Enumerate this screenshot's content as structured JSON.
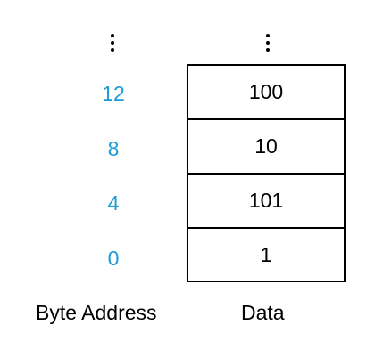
{
  "colors": {
    "address": "#1a9bd7",
    "data": "#000000",
    "border": "#000000"
  },
  "rows": [
    {
      "address": "12",
      "data": "100"
    },
    {
      "address": "8",
      "data": "10"
    },
    {
      "address": "4",
      "data": "101"
    },
    {
      "address": "0",
      "data": "1"
    }
  ],
  "labels": {
    "address_column": "Byte Address",
    "data_column": "Data"
  }
}
